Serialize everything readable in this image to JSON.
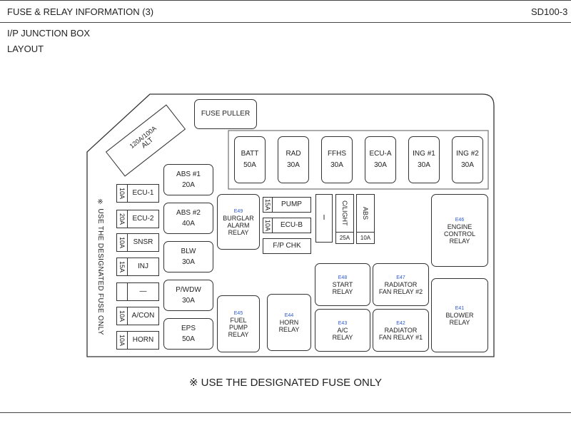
{
  "header": {
    "title": "FUSE & RELAY INFORMATION (3)",
    "code": "SD100-3"
  },
  "section": {
    "name": "I/P JUNCTION BOX",
    "view": "LAYOUT"
  },
  "diagram": {
    "fuse_puller": "FUSE PULLER",
    "alt": {
      "rating": "120A/100A",
      "name": "ALT"
    },
    "top_fuses": [
      {
        "name": "BATT",
        "rating": "50A"
      },
      {
        "name": "RAD",
        "rating": "30A"
      },
      {
        "name": "FFHS",
        "rating": "30A"
      },
      {
        "name": "ECU-A",
        "rating": "30A"
      },
      {
        "name": "ING #1",
        "rating": "30A"
      },
      {
        "name": "ING #2",
        "rating": "30A"
      }
    ],
    "left_fuses": [
      {
        "rating": "10A",
        "name": "ECU-1"
      },
      {
        "rating": "20A",
        "name": "ECU-2"
      },
      {
        "rating": "10A",
        "name": "SNSR"
      },
      {
        "rating": "15A",
        "name": "INJ"
      },
      {
        "rating": "",
        "name": "—"
      },
      {
        "rating": "10A",
        "name": "A/CON"
      },
      {
        "rating": "10A",
        "name": "HORN"
      }
    ],
    "mid_fuses": [
      {
        "name": "ABS #1",
        "rating": "20A"
      },
      {
        "name": "ABS #2",
        "rating": "40A"
      },
      {
        "name": "BLW",
        "rating": "30A"
      },
      {
        "name": "P/WDW",
        "rating": "30A"
      },
      {
        "name": "EPS",
        "rating": "50A"
      }
    ],
    "small_fuses": {
      "pump": {
        "rating": "15A",
        "name": "PUMP"
      },
      "ecu_b": {
        "rating": "10A",
        "name": "ECU-B"
      },
      "fp_chk": "F/P CHK",
      "slot": "I",
      "c_light": {
        "name": "C/LIGHT",
        "rating": "25A"
      },
      "abs": {
        "name": "ABS",
        "rating": "10A"
      }
    },
    "relays": {
      "burglar": {
        "id": "E49",
        "lines": [
          "BURGLAR",
          "ALARM",
          "RELAY"
        ]
      },
      "engine_control": {
        "id": "E46",
        "lines": [
          "ENGINE",
          "CONTROL",
          "RELAY"
        ]
      },
      "start": {
        "id": "E48",
        "lines": [
          "START",
          "RELAY"
        ]
      },
      "rad_fan_2": {
        "id": "E47",
        "lines": [
          "RADIATOR",
          "FAN RELAY #2"
        ]
      },
      "fuel_pump": {
        "id": "E45",
        "lines": [
          "FUEL",
          "PUMP",
          "RELAY"
        ]
      },
      "horn": {
        "id": "E44",
        "lines": [
          "HORN",
          "RELAY"
        ]
      },
      "ac": {
        "id": "E43",
        "lines": [
          "A/C",
          "RELAY"
        ]
      },
      "rad_fan_1": {
        "id": "E42",
        "lines": [
          "RADIATOR",
          "FAN RELAY #1"
        ]
      },
      "blower": {
        "id": "E41",
        "lines": [
          "BLOWER",
          "RELAY"
        ]
      }
    },
    "side_note": "※ USE THE DESIGNATED FUSE ONLY"
  },
  "footer_note": "※ USE THE DESIGNATED FUSE ONLY"
}
